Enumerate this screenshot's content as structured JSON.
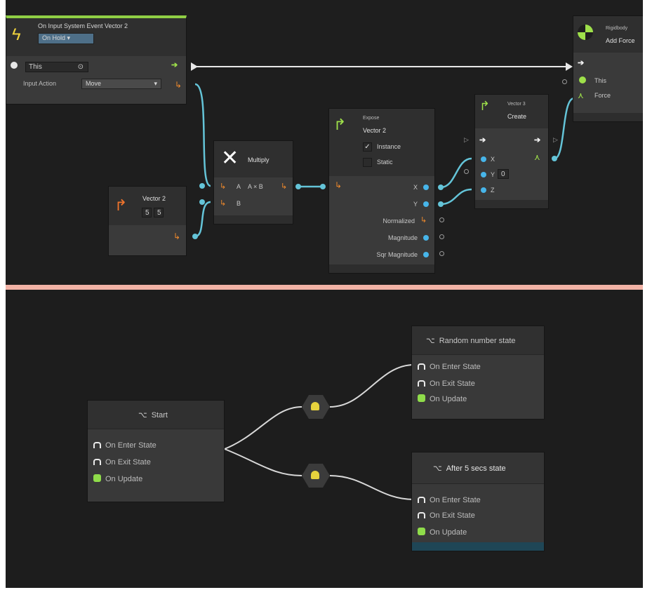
{
  "graph": {
    "input_event": {
      "title": "On Input System Event Vector 2",
      "mode": "On Hold ▾",
      "this_label": "This",
      "this_value": "⊙",
      "input_action_label": "Input Action",
      "input_action_value": "Move",
      "input_action_arrow": "▾"
    },
    "vector2_literal": {
      "title": "Vector 2",
      "x": "5",
      "y": "5"
    },
    "multiply": {
      "title": "Multiply",
      "port_a": "A",
      "port_b": "B",
      "output": "A × B"
    },
    "expose": {
      "kind": "Expose",
      "title": "Vector 2",
      "instance_label": "Instance",
      "instance_checked": "✓",
      "static_label": "Static",
      "outputs": [
        "X",
        "Y",
        "Normalized",
        "Magnitude",
        "Sqr Magnitude"
      ]
    },
    "vector3_create": {
      "kind": "Vector 3",
      "title": "Create",
      "inputs": [
        "X",
        "Y",
        "Z"
      ],
      "y_value": "0"
    },
    "rigidbody_add_force": {
      "kind": "Rigidbody",
      "title": "Add Force",
      "this_label": "This",
      "force_label": "Force"
    }
  },
  "state_graph": {
    "start": {
      "title": "Start",
      "rows": [
        "On Enter State",
        "On Exit State",
        "On Update"
      ]
    },
    "random_number_state": {
      "title": "Random number state",
      "rows": [
        "On Enter State",
        "On Exit State",
        "On Update"
      ]
    },
    "after_5_secs_state": {
      "title": "After 5 secs state",
      "rows": [
        "On Enter State",
        "On Exit State",
        "On Update"
      ]
    },
    "state_icon": "⌥"
  },
  "colors": {
    "background": "#1e1e1e",
    "node_body": "#3a3a3a",
    "value_port": "#47b5e9",
    "flow_port": "#f2f2f2",
    "wire": "#64c4d8",
    "start_accent": "#8fce44",
    "active_accent": "#2d8fb6",
    "divider": "#f2b3a6",
    "transition_icon": "#e7d23d"
  },
  "icons": [
    "lightning-icon",
    "vector2-icon",
    "multiply-icon",
    "expose-icon",
    "vector3-icon",
    "rigidbody-icon",
    "state-icon",
    "enter-state-icon",
    "exit-state-icon",
    "update-icon",
    "transition-icon"
  ]
}
